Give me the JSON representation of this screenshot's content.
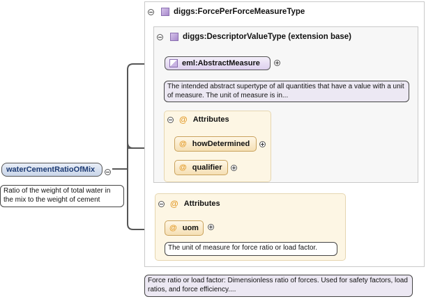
{
  "root_element": {
    "name": "waterCementRatioOfMix",
    "documentation": "Ratio of the weight of total water in the mix to the weight of cement"
  },
  "outer_type": {
    "name": "diggs:ForcePerForceMeasureType",
    "documentation": "Force ratio or load factor: Dimensionless ratio of forces. Used for safety factors, load ratios, and force efficiency...."
  },
  "inner_type": {
    "name": "diggs:DescriptorValueType (extension base)"
  },
  "abstract_measure": {
    "name": "eml:AbstractMeasure",
    "documentation": "The intended abstract supertype of all quantities that have a value with a unit of measure. The unit of measure is in..."
  },
  "inner_attributes": {
    "title": "Attributes",
    "symbol": "@",
    "items": [
      {
        "name": "howDetermined"
      },
      {
        "name": "qualifier"
      }
    ]
  },
  "outer_attributes": {
    "title": "Attributes",
    "symbol": "@",
    "items": [
      {
        "name": "uom",
        "documentation": "The unit of measure for force ratio or load factor."
      }
    ]
  }
}
